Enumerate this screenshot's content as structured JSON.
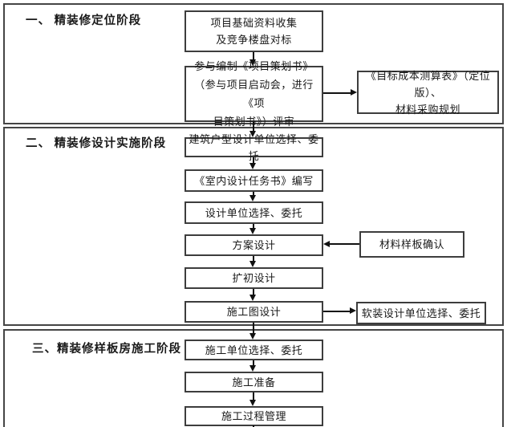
{
  "sections": [
    {
      "title": "一、 精装修定位阶段"
    },
    {
      "title": "二、 精装修设计实施阶段"
    },
    {
      "title": "三、精装修样板房施工阶段"
    }
  ],
  "flow_boxes": [
    {
      "label": "项目基础资料收集\n及竞争楼盘对标"
    },
    {
      "label": "参与编制《项目策划书》\n（参与项目启动会，进行《项\n目策划书》）评审"
    },
    {
      "label": "建筑户型设计单位选择、委托"
    },
    {
      "label": "《室内设计任务书》编写"
    },
    {
      "label": "设计单位选择、委托"
    },
    {
      "label": "方案设计"
    },
    {
      "label": "扩初设计"
    },
    {
      "label": "施工图设计"
    },
    {
      "label": "施工单位选择、委托"
    },
    {
      "label": "施工准备"
    },
    {
      "label": "施工过程管理"
    }
  ],
  "side_boxes": [
    {
      "label": "《目标成本测算表》（定位版）、\n材料采购规划"
    },
    {
      "label": "材料样板确认"
    },
    {
      "label": "软装设计单位选择、委托"
    }
  ],
  "colors": {
    "border": "#454545",
    "box_border": "#3d3d3d",
    "arrow": "#111111",
    "background": "#ffffff"
  }
}
